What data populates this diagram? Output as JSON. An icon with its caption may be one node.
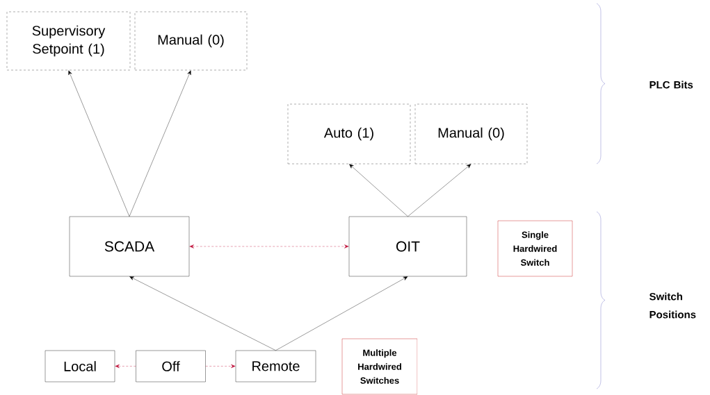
{
  "diagram": {
    "nodes": [
      {
        "text": [
          "Supervisory Setpoint (1)"
        ]
      },
      {
        "text": [
          "Manual (0)"
        ]
      },
      {
        "text": [
          "Auto (1)"
        ]
      },
      {
        "text": [
          "Manual (0)"
        ]
      },
      {
        "text": [
          "SCADA"
        ]
      },
      {
        "text": [
          "OIT"
        ]
      },
      {
        "text": [
          "Single Hardwired Switch"
        ]
      },
      {
        "text": [
          "Local"
        ]
      },
      {
        "text": [
          "Off"
        ]
      },
      {
        "text": [
          "Remote"
        ]
      },
      {
        "text": [
          "Multiple Hardwired Switches"
        ]
      }
    ],
    "edges": [
      {
        "from": 4,
        "to": 0,
        "arrow": "to"
      },
      {
        "from": 4,
        "to": 1,
        "arrow": "to"
      },
      {
        "from": 5,
        "to": 2,
        "arrow": "to"
      },
      {
        "from": 5,
        "to": 3,
        "arrow": "to"
      },
      {
        "from": 9,
        "to": 4,
        "arrow": "to"
      },
      {
        "from": 9,
        "to": 5,
        "arrow": "to"
      },
      {
        "from": 4,
        "to": 5,
        "arrow": "both",
        "style": "dashed",
        "color": "#c0143c"
      },
      {
        "from": 8,
        "to": 7,
        "arrow": "to",
        "style": "dashed",
        "color": "#c0143c"
      },
      {
        "from": 8,
        "to": 9,
        "arrow": "to",
        "style": "dashed",
        "color": "#c0143c"
      }
    ],
    "labels": [
      "PLC Bits",
      "Switch Positions"
    ]
  }
}
